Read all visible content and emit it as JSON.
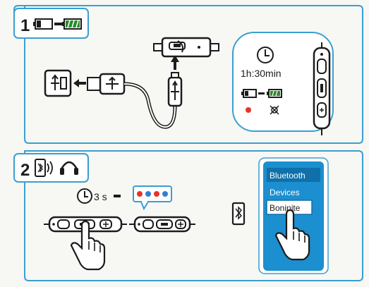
{
  "colors": {
    "frame_blue": "#3a9fd0",
    "panel_blue": "#1b8fcf",
    "panel_dark": "#0f70aa",
    "led_red": "#e8332a",
    "led_blue": "#2e7fd8",
    "battery_green": "#2b8a2b",
    "ink": "#1c1c1c",
    "paper": "#f7f7f4"
  },
  "step1": {
    "number": "1",
    "icons": [
      "battery-low-icon",
      "arrow-icon",
      "battery-full-icon"
    ],
    "charge_time": "1h:30min"
  },
  "step2": {
    "number": "2",
    "icons": [
      "phone-bluetooth-icon",
      "headphones-icon"
    ],
    "hold_time": "3 s"
  },
  "bluetooth_panel": {
    "title": "Bluetooth",
    "section": "Devices",
    "device_name": "Boninite"
  }
}
